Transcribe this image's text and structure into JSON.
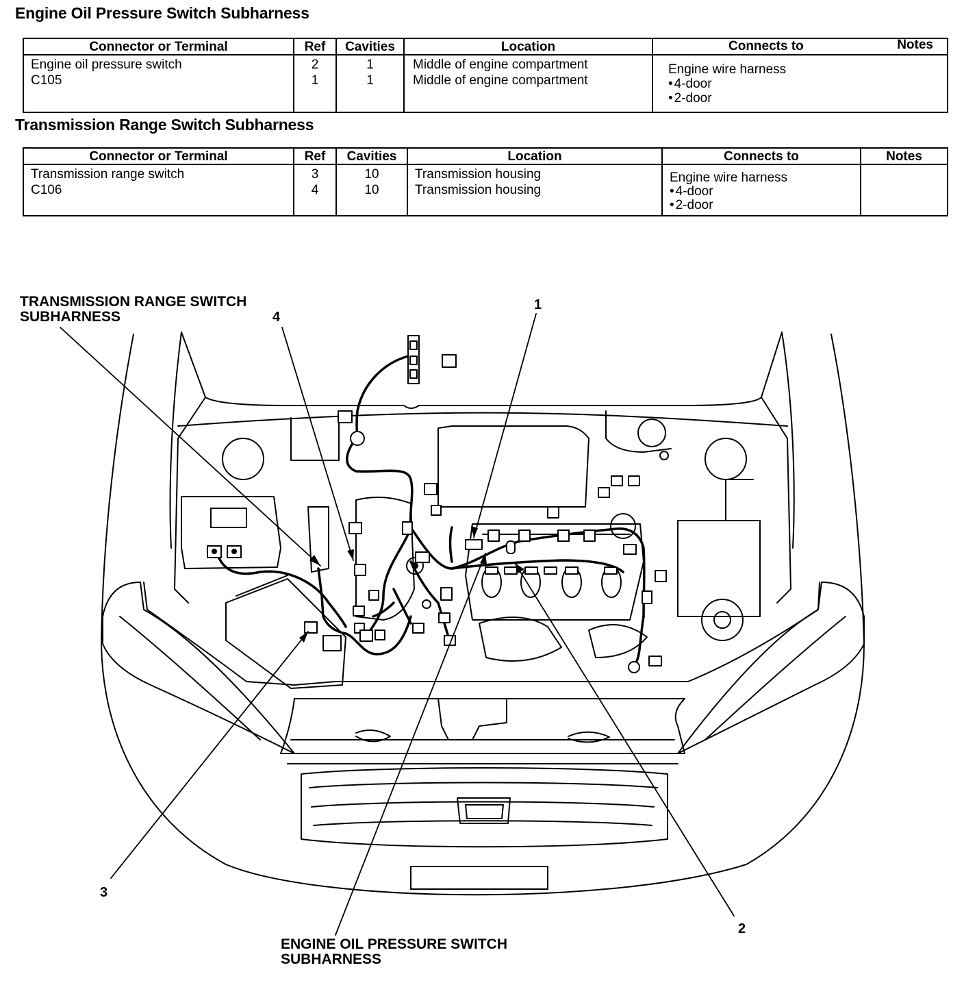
{
  "sections": [
    {
      "title": "Engine Oil Pressure Switch Subharness",
      "headers": [
        "Connector or Terminal",
        "Ref",
        "Cavities",
        "Location",
        "Connects to",
        "Notes"
      ],
      "rows": [
        {
          "connector": "Engine oil pressure switch",
          "ref": "2",
          "cavities": "1",
          "location": "Middle of engine compartment"
        },
        {
          "connector": "C105",
          "ref": "1",
          "cavities": "1",
          "location": "Middle of engine compartment"
        }
      ],
      "connects_to": {
        "title": "Engine wire harness",
        "items": [
          "4-door",
          "2-door"
        ]
      },
      "notes": ""
    },
    {
      "title": "Transmission Range Switch Subharness",
      "headers": [
        "Connector or Terminal",
        "Ref",
        "Cavities",
        "Location",
        "Connects to",
        "Notes"
      ],
      "rows": [
        {
          "connector": "Transmission range switch",
          "ref": "3",
          "cavities": "10",
          "location": "Transmission housing"
        },
        {
          "connector": "C106",
          "ref": "4",
          "cavities": "10",
          "location": "Transmission housing"
        }
      ],
      "connects_to": {
        "title": "Engine wire harness",
        "items": [
          "4-door",
          "2-door"
        ]
      },
      "notes": ""
    }
  ],
  "diagram": {
    "label_transmission_line1": "TRANSMISSION RANGE SWITCH",
    "label_transmission_line2": "SUBHARNESS",
    "label_oil_line1": "ENGINE OIL PRESSURE SWITCH",
    "label_oil_line2": "SUBHARNESS",
    "callouts": [
      "1",
      "2",
      "3",
      "4"
    ]
  }
}
